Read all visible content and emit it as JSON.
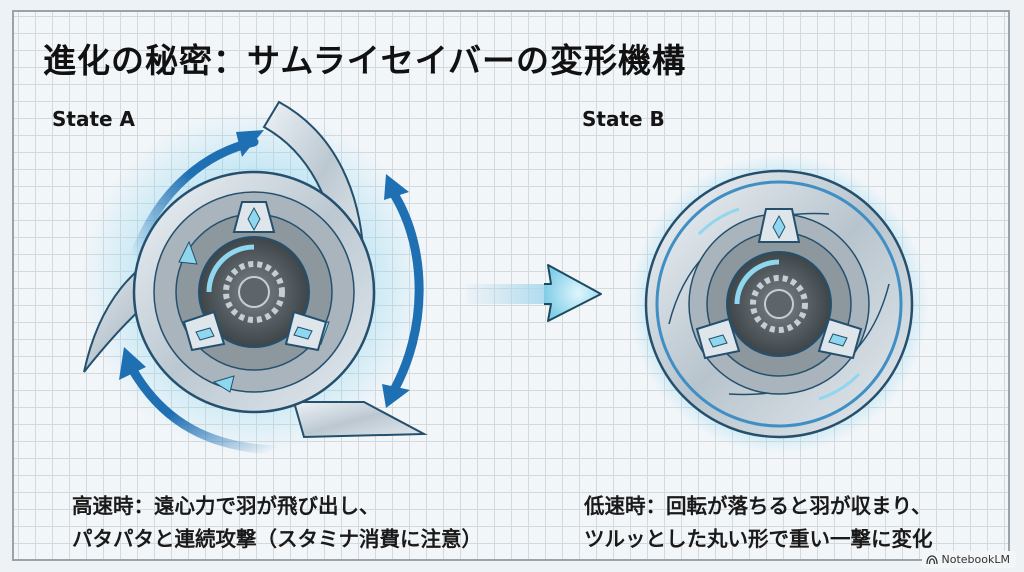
{
  "title": "進化の秘密：サムライセイバーの変形機構",
  "states": {
    "a": {
      "label": "State A",
      "caption_line1": "高速時：遠心力で羽が飛び出し、",
      "caption_line2": "パタパタと連続攻撃（スタミナ消費に注意）",
      "illustration": "spinning-top-blades-extended-icon",
      "motion_arrows": 3
    },
    "b": {
      "label": "State B",
      "caption_line1": "低速時：回転が落ちると羽が収まり、",
      "caption_line2": "ツルッとした丸い形で重い一撃に変化",
      "illustration": "spinning-top-blades-retracted-icon"
    }
  },
  "transition_arrow": "right-arrow-icon",
  "watermark": {
    "icon": "notebooklm-logo-icon",
    "label": "NotebookLM"
  },
  "colors": {
    "background": "#eef2f5",
    "grid_line": "#d3dade",
    "frame_border": "#9aa3a9",
    "motion_arrow": "#1f6fb3",
    "glow": "#8fd6ef",
    "metal": "#c9d3da",
    "outline": "#24506e",
    "hub_dark": "#4c5358"
  }
}
